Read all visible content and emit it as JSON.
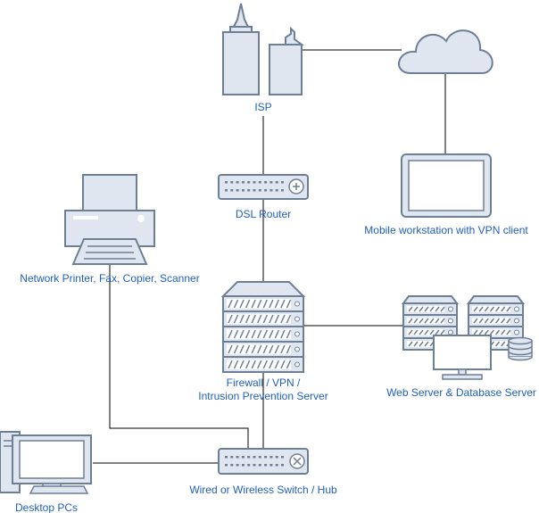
{
  "nodes": {
    "isp": {
      "label": "ISP",
      "icon": "buildings-icon"
    },
    "cloud": {
      "label": "",
      "icon": "cloud-icon"
    },
    "mobile": {
      "label": "Mobile workstation with VPN client",
      "icon": "tablet-icon"
    },
    "router": {
      "label": "DSL Router",
      "icon": "router-icon"
    },
    "printer": {
      "label": "Network Printer, Fax, Copier, Scanner",
      "icon": "printer-icon"
    },
    "firewall": {
      "label_line1": "Firewall / VPN /",
      "label_line2": "Intrusion Prevention Server",
      "icon": "server-rack-icon"
    },
    "webserver": {
      "label": "Web Server & Database Server",
      "icon": "servers-database-icon"
    },
    "switch": {
      "label": "Wired or Wireless Switch / Hub",
      "icon": "switch-icon"
    },
    "desktop": {
      "label": "Desktop PCs",
      "icon": "desktop-pc-icon"
    }
  },
  "colors": {
    "icon_fill": "#dfe6f0",
    "icon_stroke": "#6d7f96",
    "label": "#1f5fbf",
    "line": "#000000"
  }
}
